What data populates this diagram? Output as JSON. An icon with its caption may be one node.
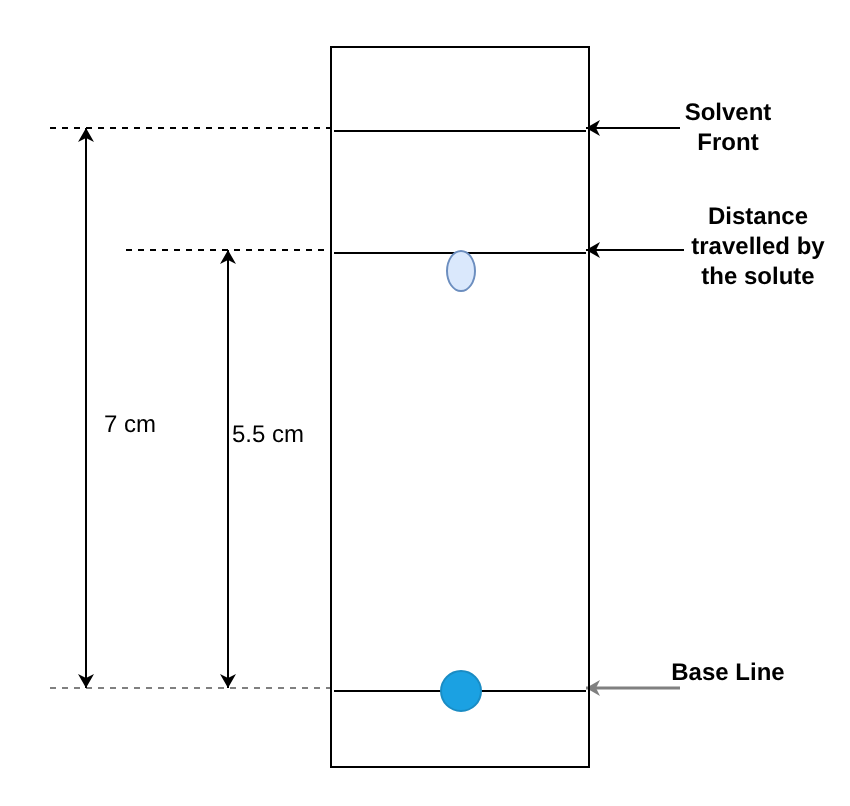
{
  "diagram": {
    "nodes": [
      {
        "text": [],
        "shape": "box"
      },
      {
        "text": [],
        "shape": "line",
        "in": 0
      },
      {
        "text": [],
        "shape": "line",
        "in": 0
      },
      {
        "text": [],
        "shape": "line",
        "in": 0
      },
      {
        "text": [],
        "shape": "ellipse",
        "in": 0
      },
      {
        "text": [],
        "shape": "circle",
        "in": 0
      },
      {
        "text": [
          "Solvent Front"
        ]
      },
      {
        "text": [
          "Distance travelled by the solute"
        ]
      },
      {
        "text": [
          "Base Line"
        ]
      }
    ],
    "edges": [
      {
        "from": 6,
        "to": 1,
        "arrow": "to"
      },
      {
        "from": 7,
        "to": 2,
        "arrow": "to"
      },
      {
        "from": 8,
        "to": 3,
        "arrow": "to",
        "color": "#808080"
      }
    ],
    "labels": [
      "7 cm",
      "5.5 cm"
    ]
  }
}
